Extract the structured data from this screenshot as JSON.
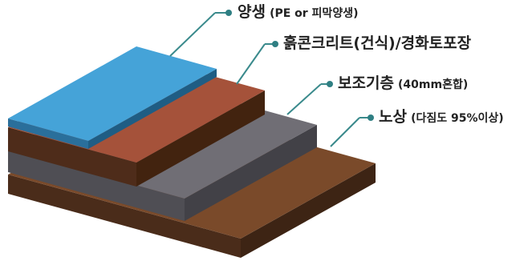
{
  "colors": {
    "leader_line": "#3a8a8c",
    "leader_dot": "#2f7f83",
    "layer_curing_top": "#45a3d8",
    "layer_concrete_top": "#a6533a",
    "layer_base_top": "#6e6c73",
    "layer_subgrade_top": "#7a4a2a",
    "layer_subgrade_side": "#4d2e1d"
  },
  "layers": [
    {
      "id": "curing",
      "name": "양생",
      "detail": "(PE or 피막양생)"
    },
    {
      "id": "concrete",
      "name": "흙콘크리트(건식)/경화토포장",
      "detail": ""
    },
    {
      "id": "base",
      "name": "보조기층",
      "detail": "(40mm혼합)"
    },
    {
      "id": "subgrade",
      "name": "노상",
      "detail": "(다짐도 95%이상)"
    }
  ]
}
